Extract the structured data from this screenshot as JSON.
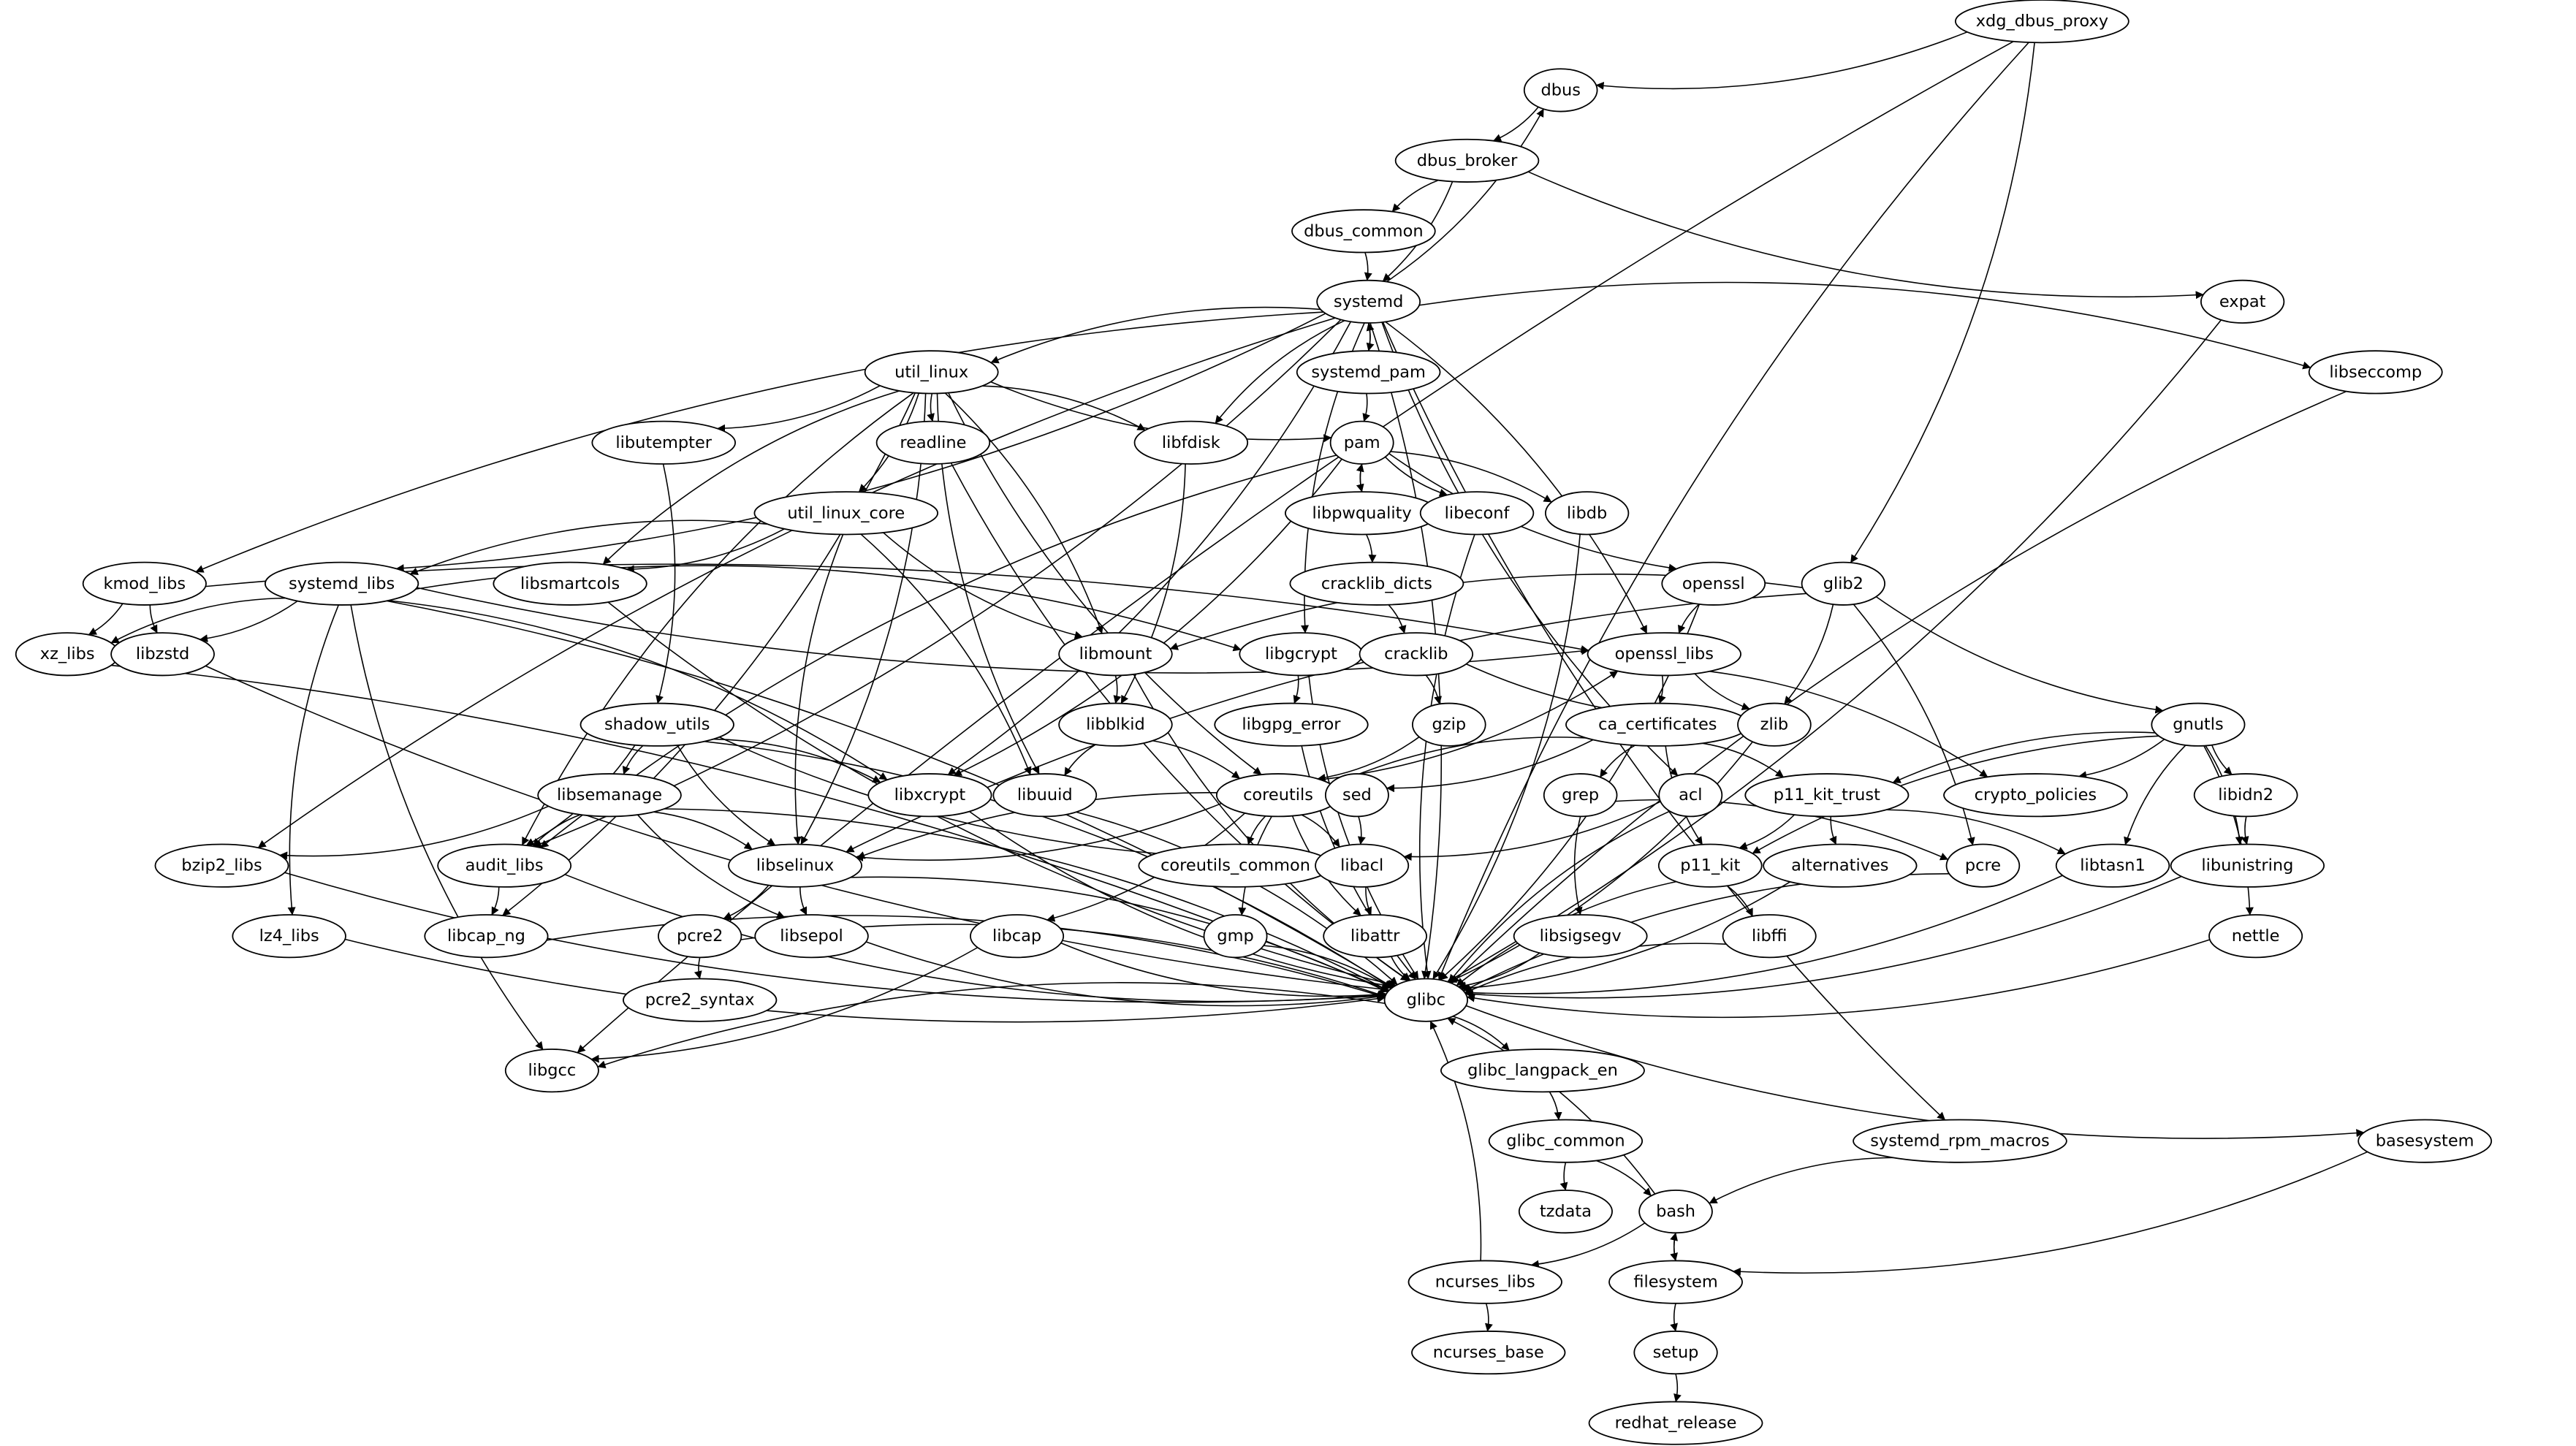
{
  "diagram": {
    "type": "directed-dependency-graph",
    "colors": {
      "node_stroke": "#000000",
      "node_fill": "#ffffff",
      "edge": "#000000",
      "background": "#ffffff"
    },
    "nodes": [
      "xdg_dbus_proxy",
      "dbus",
      "dbus_broker",
      "dbus_common",
      "expat",
      "systemd",
      "systemd_pam",
      "libseccomp",
      "util_linux",
      "libutempter",
      "readline",
      "libfdisk",
      "pam",
      "libpwquality",
      "libeconf",
      "libdb",
      "util_linux_core",
      "cracklib_dicts",
      "openssl",
      "glib2",
      "kmod_libs",
      "systemd_libs",
      "libsmartcols",
      "xz_libs",
      "libzstd",
      "libmount",
      "libgcrypt",
      "cracklib",
      "openssl_libs",
      "shadow_utils",
      "libblkid",
      "libgpg_error",
      "gzip",
      "ca_certificates",
      "zlib",
      "gnutls",
      "libsemanage",
      "libxcrypt",
      "libuuid",
      "coreutils",
      "sed",
      "grep",
      "acl",
      "p11_kit_trust",
      "crypto_policies",
      "bzip2_libs",
      "audit_libs",
      "libselinux",
      "coreutils_common",
      "libacl",
      "p11_kit",
      "alternatives",
      "pcre",
      "libtasn1",
      "libidn2",
      "libunistring",
      "lz4_libs",
      "libcap_ng",
      "pcre2",
      "libsepol",
      "libcap",
      "gmp",
      "libattr",
      "libsigsegv",
      "libffi",
      "nettle",
      "glibc",
      "pcre2_syntax",
      "libgcc",
      "glibc_langpack_en",
      "glibc_common",
      "systemd_rpm_macros",
      "basesystem",
      "tzdata",
      "bash",
      "ncurses_libs",
      "filesystem",
      "ncurses_base",
      "setup",
      "redhat_release"
    ],
    "edges": [
      [
        "xdg_dbus_proxy",
        "dbus"
      ],
      [
        "xdg_dbus_proxy",
        "libgcc"
      ],
      [
        "xdg_dbus_proxy",
        "glib2"
      ],
      [
        "xdg_dbus_proxy",
        "glibc"
      ],
      [
        "dbus",
        "dbus_broker"
      ],
      [
        "dbus_broker",
        "dbus_common"
      ],
      [
        "dbus_broker",
        "systemd"
      ],
      [
        "dbus_broker",
        "expat"
      ],
      [
        "dbus_common",
        "systemd"
      ],
      [
        "systemd",
        "dbus"
      ],
      [
        "systemd",
        "systemd_pam"
      ],
      [
        "systemd_pam",
        "systemd"
      ],
      [
        "systemd_pam",
        "pam"
      ],
      [
        "systemd",
        "util_linux"
      ],
      [
        "systemd",
        "libseccomp"
      ],
      [
        "systemd",
        "kmod_libs"
      ],
      [
        "systemd",
        "systemd_libs"
      ],
      [
        "systemd",
        "bzip2_libs"
      ],
      [
        "systemd",
        "audit_libs"
      ],
      [
        "systemd",
        "libfdisk"
      ],
      [
        "systemd",
        "libxcrypt"
      ],
      [
        "systemd",
        "libgcrypt"
      ],
      [
        "systemd",
        "openssl_libs"
      ],
      [
        "systemd",
        "acl"
      ],
      [
        "systemd",
        "glibc"
      ],
      [
        "systemd",
        "systemd_rpm_macros"
      ],
      [
        "expat",
        "glibc"
      ],
      [
        "libseccomp",
        "glibc"
      ],
      [
        "util_linux",
        "libutempter"
      ],
      [
        "util_linux",
        "readline"
      ],
      [
        "util_linux",
        "libfdisk"
      ],
      [
        "util_linux",
        "pam"
      ],
      [
        "util_linux",
        "util_linux_core"
      ],
      [
        "util_linux",
        "libsmartcols"
      ],
      [
        "util_linux",
        "libmount"
      ],
      [
        "util_linux",
        "libuuid"
      ],
      [
        "util_linux",
        "libselinux"
      ],
      [
        "util_linux",
        "coreutils"
      ],
      [
        "util_linux",
        "libcap_ng"
      ],
      [
        "util_linux",
        "audit_libs"
      ],
      [
        "libutempter",
        "shadow_utils"
      ],
      [
        "readline",
        "glibc"
      ],
      [
        "libfdisk",
        "libblkid"
      ],
      [
        "pam",
        "libpwquality"
      ],
      [
        "libpwquality",
        "pam"
      ],
      [
        "pam",
        "libeconf"
      ],
      [
        "pam",
        "libdb"
      ],
      [
        "pam",
        "openssl"
      ],
      [
        "pam",
        "libxcrypt"
      ],
      [
        "pam",
        "audit_libs"
      ],
      [
        "libpwquality",
        "cracklib_dicts"
      ],
      [
        "libeconf",
        "glibc"
      ],
      [
        "libdb",
        "glibc"
      ],
      [
        "util_linux_core",
        "systemd_libs"
      ],
      [
        "util_linux_core",
        "libsmartcols"
      ],
      [
        "util_linux_core",
        "libmount"
      ],
      [
        "util_linux_core",
        "libuuid"
      ],
      [
        "util_linux_core",
        "libselinux"
      ],
      [
        "cracklib_dicts",
        "cracklib"
      ],
      [
        "openssl",
        "openssl_libs"
      ],
      [
        "openssl",
        "glibc"
      ],
      [
        "glib2",
        "libmount"
      ],
      [
        "glib2",
        "zlib"
      ],
      [
        "glib2",
        "gnutls"
      ],
      [
        "glib2",
        "pcre"
      ],
      [
        "glib2",
        "libselinux"
      ],
      [
        "kmod_libs",
        "xz_libs"
      ],
      [
        "kmod_libs",
        "libzstd"
      ],
      [
        "kmod_libs",
        "openssl_libs"
      ],
      [
        "systemd_libs",
        "xz_libs"
      ],
      [
        "systemd_libs",
        "libzstd"
      ],
      [
        "systemd_libs",
        "lz4_libs"
      ],
      [
        "systemd_libs",
        "libgcrypt"
      ],
      [
        "systemd_libs",
        "openssl_libs"
      ],
      [
        "systemd_libs",
        "libxcrypt"
      ],
      [
        "systemd_libs",
        "libgcc"
      ],
      [
        "systemd_libs",
        "glibc"
      ],
      [
        "libsmartcols",
        "glibc"
      ],
      [
        "xz_libs",
        "glibc"
      ],
      [
        "libzstd",
        "glibc"
      ],
      [
        "libmount",
        "libblkid"
      ],
      [
        "libmount",
        "glibc"
      ],
      [
        "libgcrypt",
        "libgpg_error"
      ],
      [
        "libgcrypt",
        "glibc"
      ],
      [
        "cracklib",
        "gzip"
      ],
      [
        "cracklib",
        "zlib"
      ],
      [
        "openssl_libs",
        "ca_certificates"
      ],
      [
        "openssl_libs",
        "zlib"
      ],
      [
        "openssl_libs",
        "crypto_policies"
      ],
      [
        "shadow_utils",
        "libsemanage"
      ],
      [
        "shadow_utils",
        "audit_libs"
      ],
      [
        "shadow_utils",
        "libselinux"
      ],
      [
        "shadow_utils",
        "libxcrypt"
      ],
      [
        "shadow_utils",
        "libacl"
      ],
      [
        "shadow_utils",
        "glibc"
      ],
      [
        "libblkid",
        "libuuid"
      ],
      [
        "libblkid",
        "coreutils"
      ],
      [
        "libgpg_error",
        "glibc"
      ],
      [
        "gzip",
        "coreutils"
      ],
      [
        "ca_certificates",
        "coreutils"
      ],
      [
        "ca_certificates",
        "sed"
      ],
      [
        "ca_certificates",
        "grep"
      ],
      [
        "ca_certificates",
        "p11_kit_trust"
      ],
      [
        "ca_certificates",
        "p11_kit"
      ],
      [
        "zlib",
        "glibc"
      ],
      [
        "gnutls",
        "p11_kit_trust"
      ],
      [
        "gnutls",
        "crypto_policies"
      ],
      [
        "gnutls",
        "libidn2"
      ],
      [
        "gnutls",
        "libunistring"
      ],
      [
        "gnutls",
        "libtasn1"
      ],
      [
        "gnutls",
        "nettle"
      ],
      [
        "gnutls",
        "p11_kit"
      ],
      [
        "libsemanage",
        "bzip2_libs"
      ],
      [
        "libsemanage",
        "audit_libs"
      ],
      [
        "libsemanage",
        "libselinux"
      ],
      [
        "libsemanage",
        "libsepol"
      ],
      [
        "libsemanage",
        "glibc"
      ],
      [
        "libxcrypt",
        "glibc"
      ],
      [
        "libuuid",
        "glibc"
      ],
      [
        "coreutils",
        "coreutils_common"
      ],
      [
        "coreutils",
        "libacl"
      ],
      [
        "coreutils",
        "libattr"
      ],
      [
        "coreutils",
        "libcap"
      ],
      [
        "coreutils",
        "gmp"
      ],
      [
        "coreutils",
        "libselinux"
      ],
      [
        "coreutils",
        "openssl_libs"
      ],
      [
        "sed",
        "libacl"
      ],
      [
        "sed",
        "libselinux"
      ],
      [
        "grep",
        "pcre"
      ],
      [
        "grep",
        "libsigsegv"
      ],
      [
        "acl",
        "libacl"
      ],
      [
        "acl",
        "glibc"
      ],
      [
        "p11_kit_trust",
        "p11_kit"
      ],
      [
        "p11_kit_trust",
        "alternatives"
      ],
      [
        "p11_kit_trust",
        "libtasn1"
      ],
      [
        "bzip2_libs",
        "glibc"
      ],
      [
        "audit_libs",
        "libcap_ng"
      ],
      [
        "audit_libs",
        "glibc"
      ],
      [
        "libselinux",
        "pcre2"
      ],
      [
        "libselinux",
        "libsepol"
      ],
      [
        "libselinux",
        "glibc"
      ],
      [
        "libacl",
        "libattr"
      ],
      [
        "p11_kit",
        "libffi"
      ],
      [
        "p11_kit",
        "glibc"
      ],
      [
        "alternatives",
        "glibc"
      ],
      [
        "pcre",
        "glibc"
      ],
      [
        "libtasn1",
        "glibc"
      ],
      [
        "libidn2",
        "libunistring"
      ],
      [
        "libunistring",
        "glibc"
      ],
      [
        "lz4_libs",
        "glibc"
      ],
      [
        "libcap_ng",
        "glibc"
      ],
      [
        "pcre2",
        "pcre2_syntax"
      ],
      [
        "pcre2",
        "glibc"
      ],
      [
        "libsepol",
        "glibc"
      ],
      [
        "libcap",
        "libgcc"
      ],
      [
        "libcap",
        "glibc"
      ],
      [
        "gmp",
        "glibc"
      ],
      [
        "libattr",
        "glibc"
      ],
      [
        "libsigsegv",
        "glibc"
      ],
      [
        "libffi",
        "glibc"
      ],
      [
        "nettle",
        "glibc"
      ],
      [
        "glibc",
        "libgcc"
      ],
      [
        "glibc",
        "glibc_langpack_en"
      ],
      [
        "glibc",
        "basesystem"
      ],
      [
        "glibc_langpack_en",
        "glibc_common"
      ],
      [
        "glibc_common",
        "tzdata"
      ],
      [
        "glibc_common",
        "bash"
      ],
      [
        "systemd_rpm_macros",
        "bash"
      ],
      [
        "basesystem",
        "filesystem"
      ],
      [
        "bash",
        "glibc"
      ],
      [
        "bash",
        "ncurses_libs"
      ],
      [
        "bash",
        "filesystem"
      ],
      [
        "filesystem",
        "bash"
      ],
      [
        "ncurses_libs",
        "glibc"
      ],
      [
        "ncurses_libs",
        "ncurses_base"
      ],
      [
        "filesystem",
        "setup"
      ],
      [
        "setup",
        "redhat_release"
      ]
    ]
  }
}
